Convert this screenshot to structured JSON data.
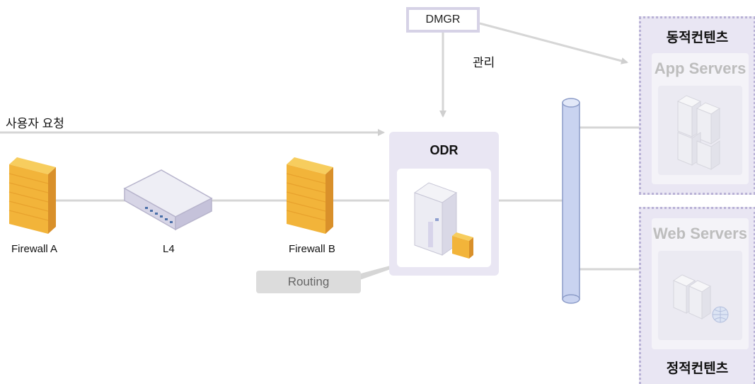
{
  "dmgr": {
    "label": "DMGR"
  },
  "management_label": "관리",
  "user_request_label": "사용자 요청",
  "devices": {
    "firewall_a": "Firewall A",
    "l4": "L4",
    "firewall_b": "Firewall B"
  },
  "odr": {
    "title": "ODR"
  },
  "routing": {
    "label": "Routing"
  },
  "dynamic_content": {
    "title": "동적컨텐츠",
    "panel_title": "App Servers"
  },
  "static_content": {
    "title": "정적컨텐츠",
    "panel_title": "Web Servers"
  },
  "colors": {
    "line": "#d6d6d6",
    "frame_border": "#b9b2d6",
    "panel_bg": "#e9e6f3",
    "firewall": "#f2b43a",
    "bus": "#c9d3f0"
  }
}
